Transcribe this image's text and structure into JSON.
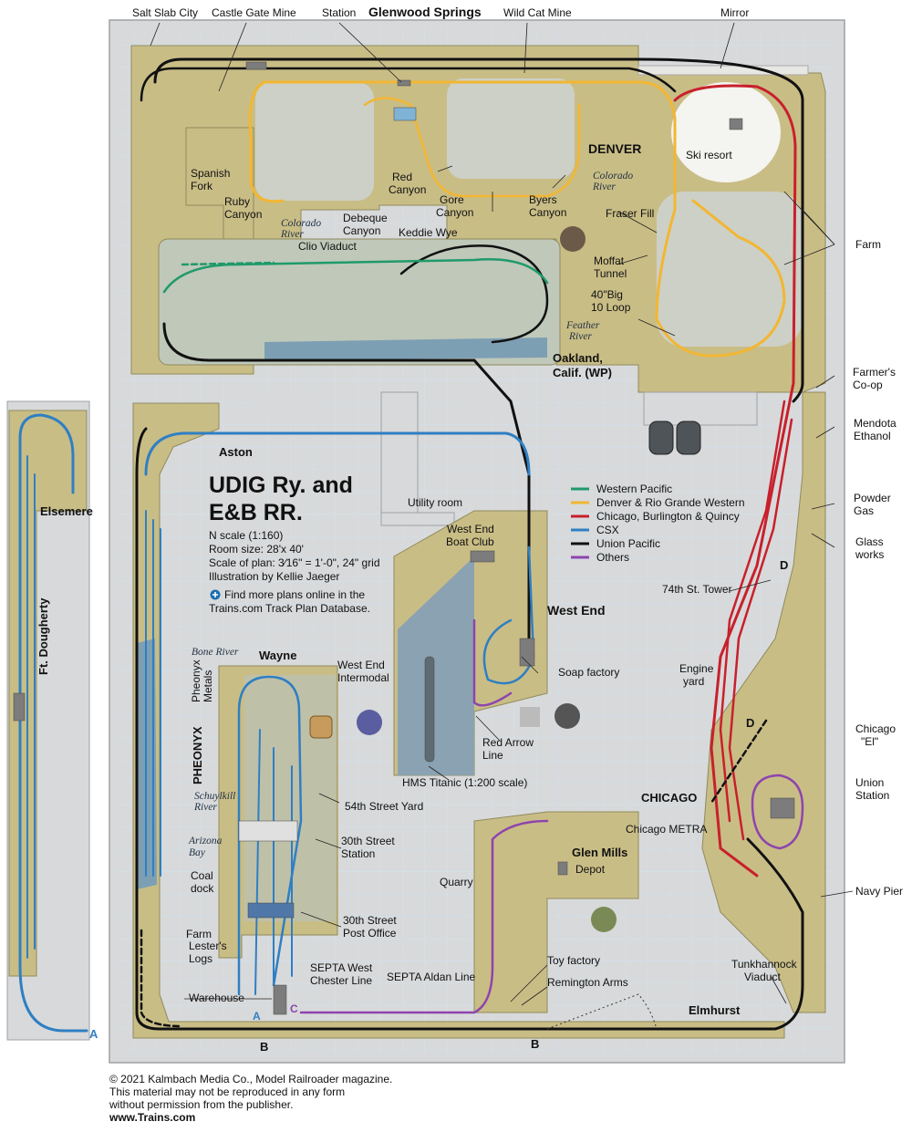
{
  "plan": {
    "title_line1": "UDIG Ry. and",
    "title_line2": "E&B RR.",
    "specs": [
      "N scale (1:160)",
      "Room size: 28'x 40'",
      "Scale of plan: 3⁄16\" = 1'-0\", 24\" grid",
      "Illustration by Kellie Jaeger"
    ],
    "online_note": [
      "Find more plans online in the",
      "Trains.com Track Plan Database."
    ]
  },
  "legend": [
    {
      "name": "Western Pacific",
      "color": "#1f9a6a"
    },
    {
      "name": "Denver & Rio Grande Western",
      "color": "#f2b632"
    },
    {
      "name": "Chicago, Burlington & Quincy",
      "color": "#c8202c"
    },
    {
      "name": "CSX",
      "color": "#2f7fc3"
    },
    {
      "name": "Union Pacific",
      "color": "#111111"
    },
    {
      "name": "Others",
      "color": "#8e44ad"
    }
  ],
  "towns": {
    "glenwood": "Glenwood Springs",
    "denver": "DENVER",
    "oakland": [
      "Oakland,",
      "Calif. (WP)"
    ],
    "aston": "Aston",
    "west_end": "West End",
    "wayne": "Wayne",
    "pheonyx": "PHEONYX",
    "glen_mills": "Glen Mills",
    "chicago": "CHICAGO",
    "elmhurst": "Elmhurst",
    "elsemere": "Elsemere",
    "ft_dougherty": "Ft. Dougherty"
  },
  "labels": {
    "salt_slab": "Salt Slab City",
    "castle_gate": "Castle Gate Mine",
    "station": "Station",
    "wild_cat": "Wild Cat Mine",
    "mirror": "Mirror",
    "spanish_fork": [
      "Spanish",
      "Fork"
    ],
    "ruby": [
      "Ruby",
      "Canyon"
    ],
    "debeque": [
      "Debeque",
      "Canyon"
    ],
    "red_canyon": [
      "Red",
      "Canyon"
    ],
    "gore": [
      "Gore",
      "Canyon"
    ],
    "byers": [
      "Byers",
      "Canyon"
    ],
    "ski": "Ski resort",
    "fraser": "Fraser Fill",
    "moffat": [
      "Moffat",
      "Tunnel"
    ],
    "big10": [
      "40\"Big",
      "10 Loop"
    ],
    "farm_top": "Farm",
    "clio": "Clio Viaduct",
    "keddie": "Keddie Wye",
    "farmers_coop": [
      "Farmer's",
      "Co-op"
    ],
    "mendota": [
      "Mendota",
      "Ethanol"
    ],
    "powder_gas": [
      "Powder",
      "Gas"
    ],
    "glass": [
      "Glass",
      "works"
    ],
    "tower74": "74th St. Tower",
    "utility": "Utility room",
    "boat_club": [
      "West End",
      "Boat Club"
    ],
    "soap": "Soap factory",
    "engine_yard": [
      "Engine",
      "yard"
    ],
    "intermodal": [
      "West End",
      "Intermodal"
    ],
    "red_arrow": [
      "Red Arrow",
      "Line"
    ],
    "titanic": "HMS Titanic (1:200 scale)",
    "pheonyx_metals": [
      "Pheonyx",
      "Metals"
    ],
    "yard54": "54th Street Yard",
    "station30": [
      "30th Street",
      "Station"
    ],
    "coal": [
      "Coal",
      "dock"
    ],
    "post30": [
      "30th Street",
      "Post Office"
    ],
    "farm_lower": "Farm",
    "lesters": [
      "Lester's",
      "Logs"
    ],
    "warehouse": "Warehouse",
    "septa_west": [
      "SEPTA West",
      "Chester Line"
    ],
    "septa_aldan": "SEPTA Aldan Line",
    "toy": "Toy factory",
    "remington": "Remington Arms",
    "depot": "Depot",
    "quarry": "Quarry",
    "chicago_el": [
      "Chicago",
      "\"El\""
    ],
    "union_station": [
      "Union",
      "Station"
    ],
    "metra": "Chicago METRA",
    "navy_pier": "Navy Pier",
    "tunkhannock": [
      "Tunkhannock",
      "Viaduct"
    ]
  },
  "rivers": {
    "colorado1": [
      "Colorado",
      "River"
    ],
    "colorado2": [
      "Colorado",
      "River"
    ],
    "feather": [
      "Feather",
      "River"
    ],
    "bone": "Bone River",
    "schuylkill": [
      "Schuylkill",
      "River"
    ],
    "arizona": [
      "Arizona",
      "Bay"
    ]
  },
  "markers": {
    "a": "A",
    "b": "B",
    "c": "C",
    "d": "D"
  },
  "footer": {
    "copyright": "© 2021 Kalmbach Media Co., Model Railroader magazine.",
    "line2": "This material may not be reproduced in any form",
    "line3": "without permission from the publisher.",
    "web": "www.Trains.com"
  }
}
